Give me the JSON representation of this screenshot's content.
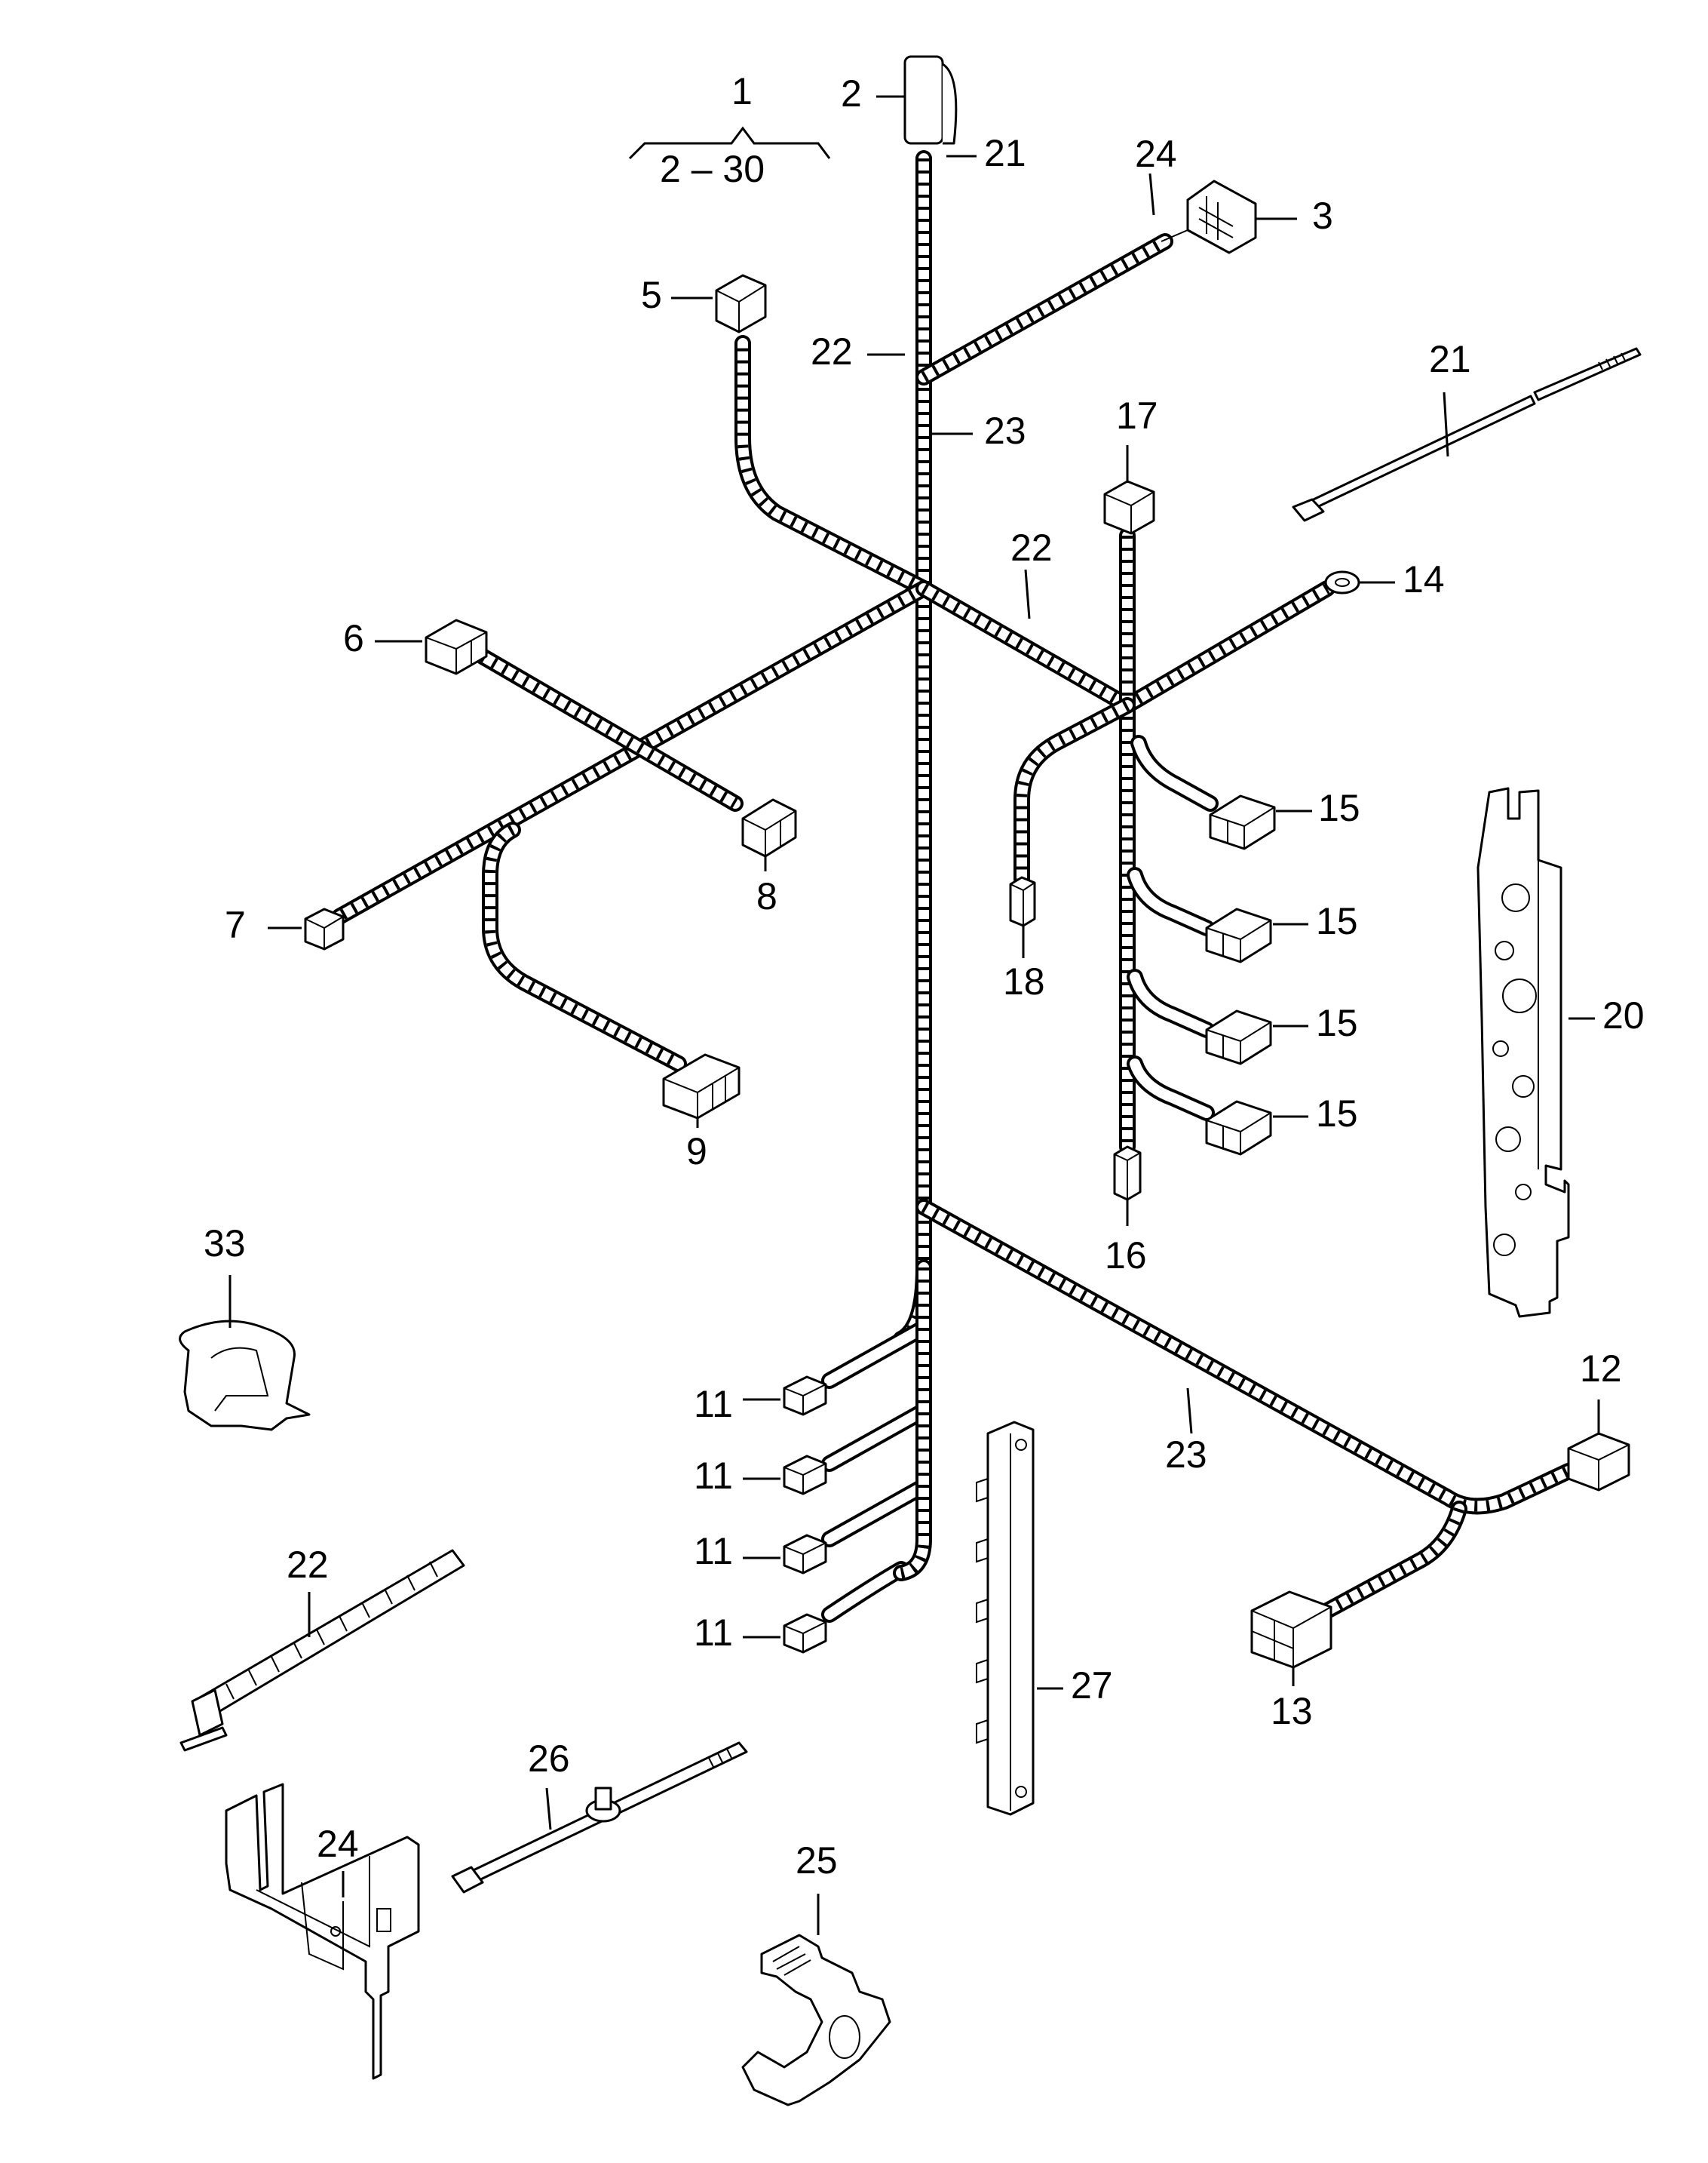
{
  "callouts": {
    "c1": "1",
    "c1_range": "2 – 30",
    "c2": "2",
    "c3": "3",
    "c5": "5",
    "c6": "6",
    "c7": "7",
    "c8": "8",
    "c9": "9",
    "c11a": "11",
    "c11b": "11",
    "c11c": "11",
    "c11d": "11",
    "c12": "12",
    "c13": "13",
    "c14": "14",
    "c15a": "15",
    "c15b": "15",
    "c15c": "15",
    "c15d": "15",
    "c16": "16",
    "c17": "17",
    "c18": "18",
    "c20": "20",
    "c21_top": "21",
    "c21_tie": "21",
    "c22_upper": "22",
    "c22_mid": "22",
    "c22_tie": "22",
    "c23_upper": "23",
    "c23_lower": "23",
    "c24_top": "24",
    "c24_holder": "24",
    "c25": "25",
    "c26": "26",
    "c27": "27",
    "c33": "33"
  }
}
